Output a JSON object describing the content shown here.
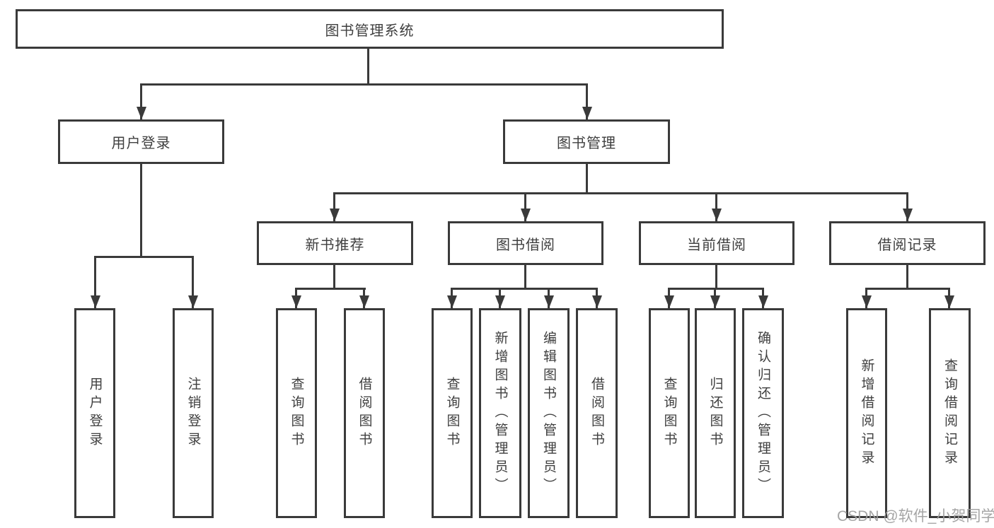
{
  "colors": {
    "line": "#3a3a3a",
    "text": "#3f3f3f",
    "watermark": "#9e9e9e",
    "bg": "#ffffff"
  },
  "watermark": "CSDN @软件_小贺同学",
  "tree": {
    "label": "图书管理系统",
    "children": [
      {
        "label": "用户登录",
        "children": [
          {
            "label": "用户登录"
          },
          {
            "label": "注销登录"
          }
        ]
      },
      {
        "label": "图书管理",
        "children": [
          {
            "label": "新书推荐",
            "children": [
              {
                "label": "查询图书"
              },
              {
                "label": "借阅图书"
              }
            ]
          },
          {
            "label": "图书借阅",
            "children": [
              {
                "label": "查询图书"
              },
              {
                "label": "新增图书（管理员）"
              },
              {
                "label": "编辑图书（管理员）"
              },
              {
                "label": "借阅图书"
              }
            ]
          },
          {
            "label": "当前借阅",
            "children": [
              {
                "label": "查询图书"
              },
              {
                "label": "归还图书"
              },
              {
                "label": "确认归还（管理员）"
              }
            ]
          },
          {
            "label": "借阅记录",
            "children": [
              {
                "label": "新增借阅记录"
              },
              {
                "label": "查询借阅记录"
              }
            ]
          }
        ]
      }
    ]
  }
}
